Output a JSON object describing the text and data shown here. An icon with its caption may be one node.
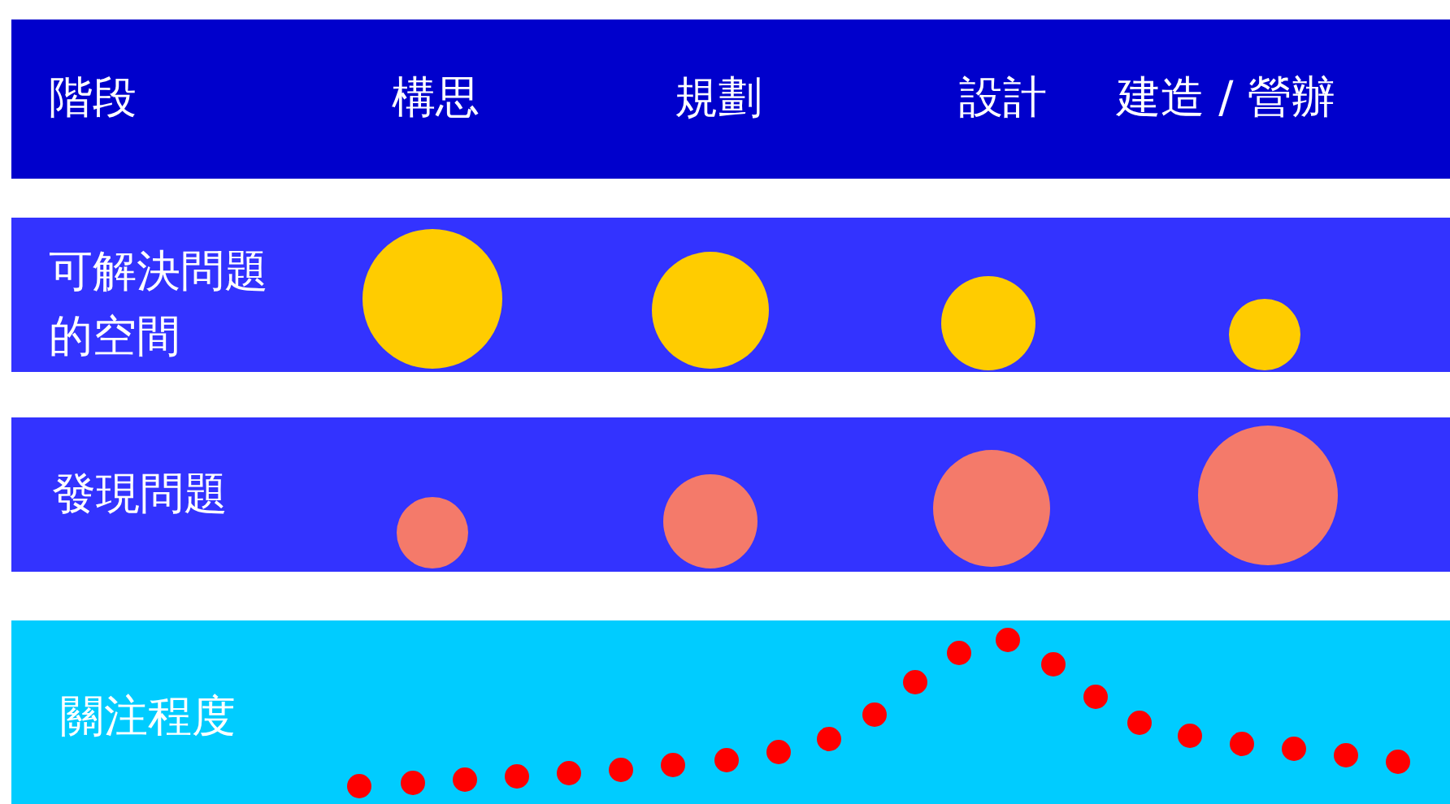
{
  "diagram": {
    "nodes": [
      {
        "text": [
          "階段",
          "構思",
          "規劃",
          "設計",
          "建造 / 營辦"
        ]
      },
      {
        "text": [
          "可解決問題的空間"
        ]
      },
      {
        "text": [
          "發現問題"
        ]
      },
      {
        "text": [
          "關注程度"
        ]
      }
    ]
  }
}
